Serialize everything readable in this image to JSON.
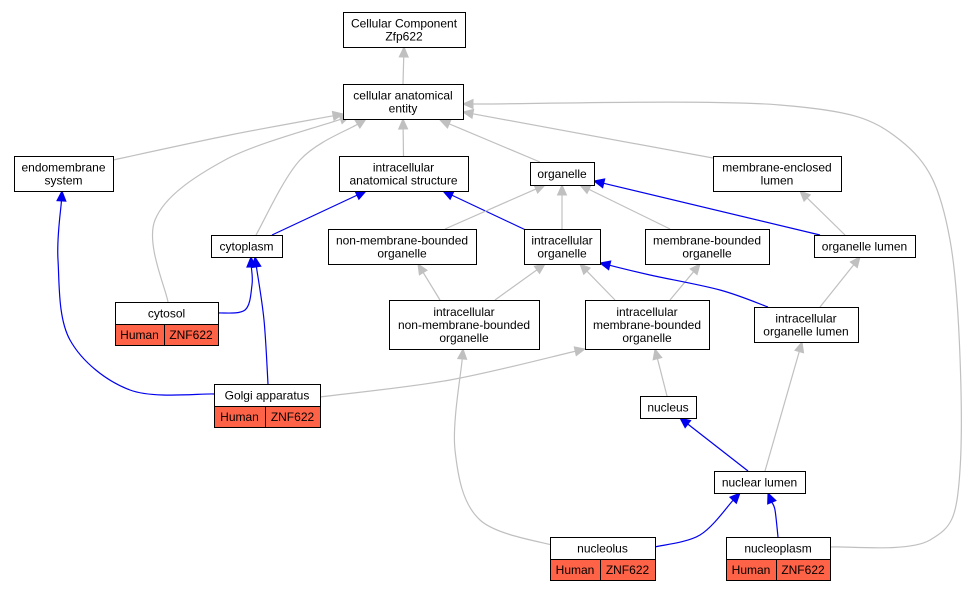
{
  "colors": {
    "plain_edge": "#c0c0c0",
    "highlight_edge": "#0000ee",
    "annotation_fill": "#ff6347"
  },
  "nodes": {
    "root": {
      "lines": [
        "Cellular Component",
        "Zfp622"
      ]
    },
    "cae": {
      "lines": [
        "cellular anatomical",
        "entity"
      ]
    },
    "endomembrane": {
      "lines": [
        "endomembrane",
        "system"
      ]
    },
    "ias": {
      "lines": [
        "intracellular",
        "anatomical structure"
      ]
    },
    "organelle": {
      "lines": [
        "organelle"
      ]
    },
    "mel": {
      "lines": [
        "membrane-enclosed",
        "lumen"
      ]
    },
    "cytoplasm": {
      "lines": [
        "cytoplasm"
      ]
    },
    "nmbo": {
      "lines": [
        "non-membrane-bounded",
        "organelle"
      ]
    },
    "io": {
      "lines": [
        "intracellular",
        "organelle"
      ]
    },
    "mbo": {
      "lines": [
        "membrane-bounded",
        "organelle"
      ]
    },
    "ol": {
      "lines": [
        "organelle lumen"
      ]
    },
    "cytosol": {
      "lines": [
        "cytosol"
      ]
    },
    "inmbo": {
      "lines": [
        "intracellular",
        "non-membrane-bounded",
        "organelle"
      ]
    },
    "imbo": {
      "lines": [
        "intracellular",
        "membrane-bounded",
        "organelle"
      ]
    },
    "iol": {
      "lines": [
        "intracellular",
        "organelle lumen"
      ]
    },
    "golgi": {
      "lines": [
        "Golgi apparatus"
      ]
    },
    "nucleus": {
      "lines": [
        "nucleus"
      ]
    },
    "nl": {
      "lines": [
        "nuclear lumen"
      ]
    },
    "nucleolus": {
      "lines": [
        "nucleolus"
      ]
    },
    "nucleoplasm": {
      "lines": [
        "nucleoplasm"
      ]
    }
  },
  "annotations": {
    "cytosol": [
      "Human",
      "ZNF622"
    ],
    "golgi": [
      "Human",
      "ZNF622"
    ],
    "nucleolus": [
      "Human",
      "ZNF622"
    ],
    "nucleoplasm": [
      "Human",
      "ZNF622"
    ]
  },
  "edges": [
    {
      "from": "cae",
      "to": "root",
      "type": "plain"
    },
    {
      "from": "endomembrane",
      "to": "cae",
      "type": "plain"
    },
    {
      "from": "ias",
      "to": "cae",
      "type": "plain"
    },
    {
      "from": "organelle",
      "to": "cae",
      "type": "plain"
    },
    {
      "from": "mel",
      "to": "cae",
      "type": "plain"
    },
    {
      "from": "cytoplasm",
      "to": "cae",
      "type": "plain"
    },
    {
      "from": "cytosol",
      "to": "cae",
      "type": "plain"
    },
    {
      "from": "nucleoplasm",
      "to": "cae",
      "type": "plain"
    },
    {
      "from": "cytoplasm",
      "to": "ias",
      "type": "highlight"
    },
    {
      "from": "io",
      "to": "ias",
      "type": "highlight"
    },
    {
      "from": "nmbo",
      "to": "organelle",
      "type": "plain"
    },
    {
      "from": "io",
      "to": "organelle",
      "type": "plain"
    },
    {
      "from": "mbo",
      "to": "organelle",
      "type": "plain"
    },
    {
      "from": "ol",
      "to": "organelle",
      "type": "highlight"
    },
    {
      "from": "ol",
      "to": "mel",
      "type": "plain"
    },
    {
      "from": "cytosol",
      "to": "cytoplasm",
      "type": "highlight"
    },
    {
      "from": "golgi",
      "to": "cytoplasm",
      "type": "highlight"
    },
    {
      "from": "golgi",
      "to": "endomembrane",
      "type": "highlight"
    },
    {
      "from": "golgi",
      "to": "imbo",
      "type": "plain"
    },
    {
      "from": "inmbo",
      "to": "nmbo",
      "type": "plain"
    },
    {
      "from": "inmbo",
      "to": "io",
      "type": "plain"
    },
    {
      "from": "imbo",
      "to": "io",
      "type": "plain"
    },
    {
      "from": "imbo",
      "to": "mbo",
      "type": "plain"
    },
    {
      "from": "iol",
      "to": "io",
      "type": "highlight"
    },
    {
      "from": "iol",
      "to": "ol",
      "type": "plain"
    },
    {
      "from": "nucleus",
      "to": "imbo",
      "type": "plain"
    },
    {
      "from": "nl",
      "to": "nucleus",
      "type": "highlight"
    },
    {
      "from": "nl",
      "to": "iol",
      "type": "plain"
    },
    {
      "from": "nucleolus",
      "to": "nl",
      "type": "highlight"
    },
    {
      "from": "nucleolus",
      "to": "inmbo",
      "type": "plain"
    },
    {
      "from": "nucleoplasm",
      "to": "nl",
      "type": "highlight"
    }
  ]
}
